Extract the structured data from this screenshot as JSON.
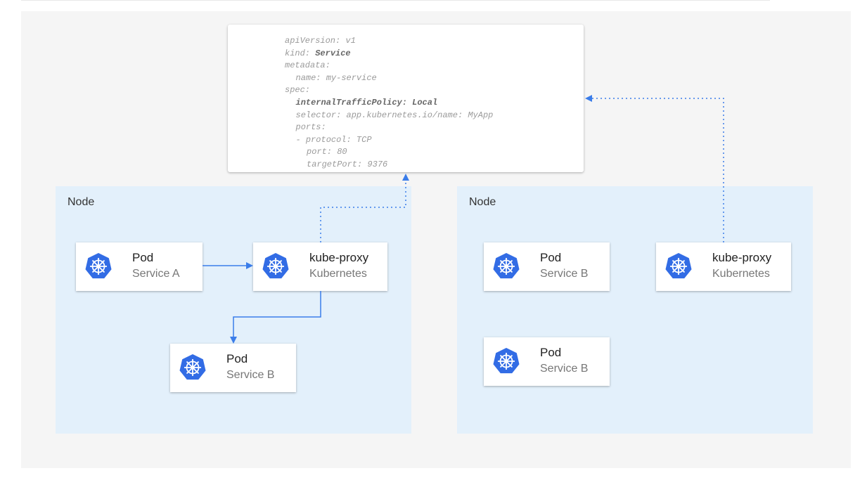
{
  "yaml": {
    "lines": [
      {
        "key": "apiVersion: ",
        "val": "v1",
        "bold": false,
        "indent": 0
      },
      {
        "key": "kind: ",
        "val": "Service",
        "bold": "val",
        "indent": 0
      },
      {
        "key": "metadata:",
        "val": "",
        "bold": false,
        "indent": 0
      },
      {
        "key": "name: ",
        "val": "my-service",
        "bold": false,
        "indent": 1
      },
      {
        "key": "spec:",
        "val": "",
        "bold": false,
        "indent": 0
      },
      {
        "key": "internalTrafficPolicy: ",
        "val": "Local",
        "bold": "all",
        "indent": 1
      },
      {
        "key": "selector: ",
        "val": "app.kubernetes.io/name: MyApp",
        "bold": false,
        "indent": 1
      },
      {
        "key": "ports:",
        "val": "",
        "bold": false,
        "indent": 1
      },
      {
        "key": "- protocol: ",
        "val": "TCP",
        "bold": false,
        "indent": 1
      },
      {
        "key": "port: ",
        "val": "80",
        "bold": false,
        "indent": 2
      },
      {
        "key": "targetPort: ",
        "val": "9376",
        "bold": false,
        "indent": 2
      }
    ]
  },
  "nodes": [
    {
      "label": "Node",
      "cards": [
        {
          "title": "Pod",
          "subtitle": "Service A",
          "icon": "kubernetes-helm-icon"
        },
        {
          "title": "kube-proxy",
          "subtitle": "Kubernetes",
          "icon": "kubernetes-helm-icon"
        },
        {
          "title": "Pod",
          "subtitle": "Service B",
          "icon": "kubernetes-helm-icon"
        }
      ]
    },
    {
      "label": "Node",
      "cards": [
        {
          "title": "Pod",
          "subtitle": "Service B",
          "icon": "kubernetes-helm-icon"
        },
        {
          "title": "Pod",
          "subtitle": "Service B",
          "icon": "kubernetes-helm-icon"
        },
        {
          "title": "kube-proxy",
          "subtitle": "Kubernetes",
          "icon": "kubernetes-helm-icon"
        }
      ]
    }
  ],
  "colors": {
    "accent": "#3b7de9",
    "node_bg": "#e3f0fb",
    "canvas_bg": "#f5f5f5",
    "icon": "#326ce5"
  }
}
